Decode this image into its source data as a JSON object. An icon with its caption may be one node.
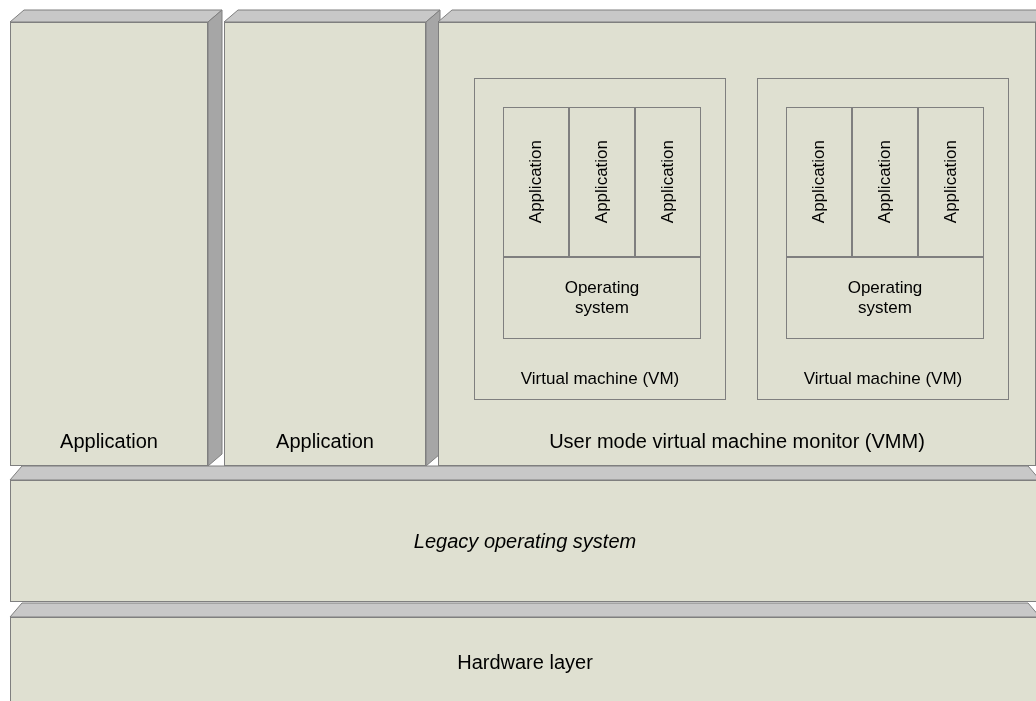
{
  "diagram": {
    "nodes": [
      {
        "text": [
          "Application"
        ]
      },
      {
        "text": [
          "Application"
        ]
      },
      {
        "text": [
          "User mode virtual machine monitor (VMM)"
        ]
      },
      {
        "text": [
          "Virtual machine (VM)"
        ],
        "in": 2
      },
      {
        "text": [
          "Application"
        ],
        "in": 3
      },
      {
        "text": [
          "Application"
        ],
        "in": 3
      },
      {
        "text": [
          "Application"
        ],
        "in": 3
      },
      {
        "text": [
          "Operating system"
        ],
        "in": 3
      },
      {
        "text": [
          "Virtual machine (VM)"
        ],
        "in": 2
      },
      {
        "text": [
          "Application"
        ],
        "in": 8
      },
      {
        "text": [
          "Application"
        ],
        "in": 8
      },
      {
        "text": [
          "Application"
        ],
        "in": 8
      },
      {
        "text": [
          "Operating system"
        ],
        "in": 8
      },
      {
        "text": [
          "Legacy operating system"
        ]
      },
      {
        "text": [
          "Hardware layer"
        ]
      }
    ],
    "edges": []
  }
}
